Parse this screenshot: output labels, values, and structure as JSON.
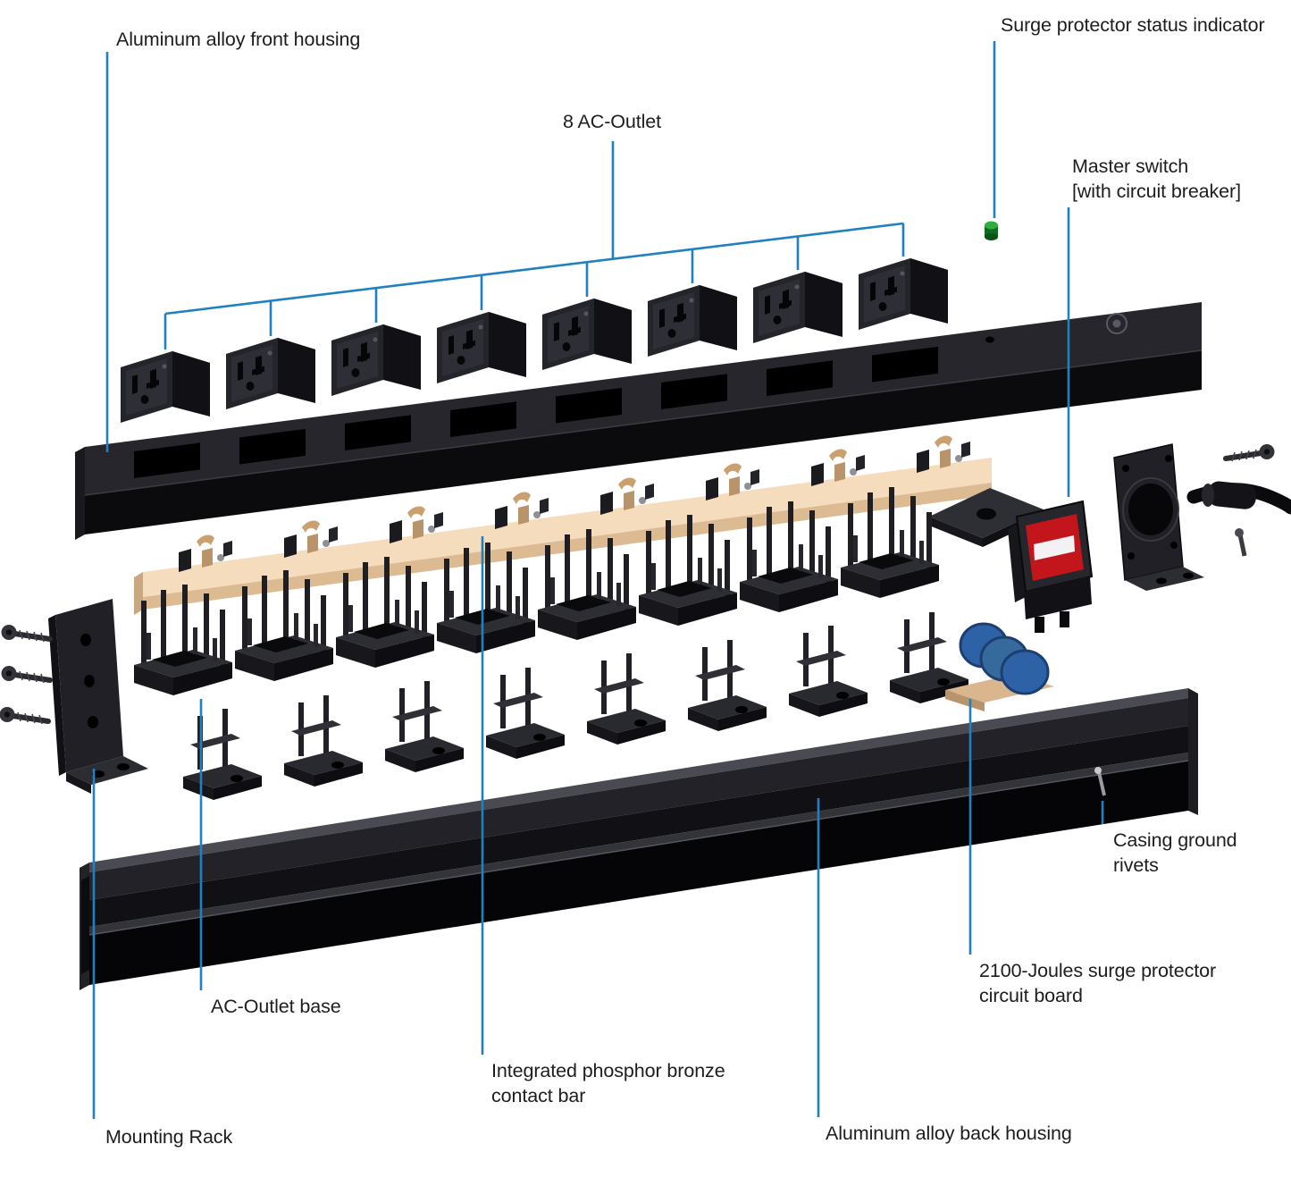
{
  "colors": {
    "leader_line": "#2180c2",
    "label_text": "#1d1d1f",
    "led_green": "#2fae3e",
    "switch_red": "#c3161c",
    "bronze": "#f4dcbd",
    "varistor_blue": "#2e62a6",
    "housing_black": "#0b0b0d"
  },
  "labels": {
    "front_housing": "Aluminum alloy front housing",
    "ac_outlets": "8 AC-Outlet",
    "status_indicator": "Surge protector status indicator",
    "master_switch": "Master switch\n[with circuit breaker]",
    "ground_rivets": "Casing ground\nrivets",
    "surge_board": "2100-Joules surge protector\ncircuit board",
    "back_housing": "Aluminum alloy back housing",
    "contact_bar": "Integrated phosphor bronze\ncontact bar",
    "outlet_base": "AC-Outlet base",
    "mounting_rack": "Mounting Rack"
  }
}
